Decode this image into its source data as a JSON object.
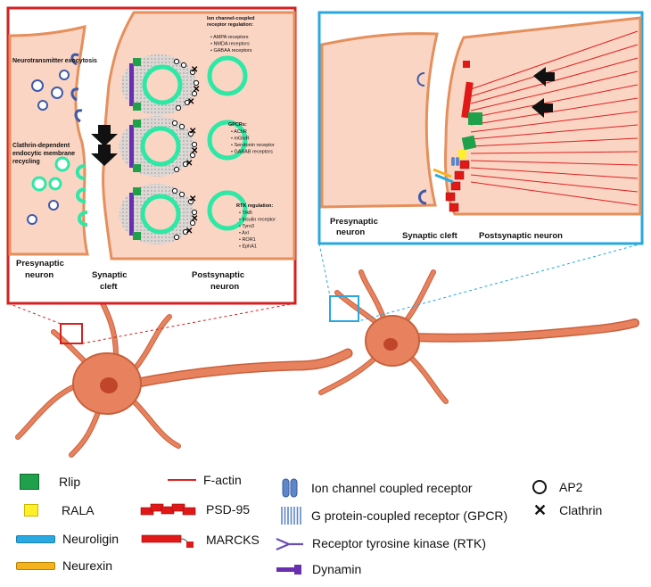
{
  "colors": {
    "neuron": "#e8825e",
    "neuron_stroke": "#c9603c",
    "cytoplasm": "#fbd5c4",
    "membrane": "#e58f5c",
    "left_panel_border": "#d62020",
    "right_panel_border": "#29a8e0",
    "vesicle_green": "#2ee8a5",
    "vesicle_blue": "#3f5aa8",
    "rlip": "#1fa04a",
    "rala": "#ffee2a",
    "neuroligin": "#2aa8e0",
    "neurexin": "#f4b31c",
    "f_actin": "#e02020",
    "psd95": "#e01818",
    "dynamin": "#6a2fb0",
    "gpcr": "#5f86c8",
    "rtk": "#6a4fb0"
  },
  "left_panel": {
    "label_exocytosis": "Neurotransmitter exocytosis",
    "label_endocytic": "Clathrin-dependent endocytic membrane recycling",
    "label_presynaptic": "Presynaptic neuron",
    "label_cleft": "Synaptic cleft",
    "label_postsynaptic": "Postsynaptic neuron",
    "ion_title": "Ion channel-coupled receptor regulation:",
    "ion_items": [
      "AMPA receptors",
      "NMDA receptors",
      "GABA_A receptors"
    ],
    "gpcr_title": "GPCRs:",
    "gpcr_items": [
      "AChR",
      "mGluR",
      "Serotonin receptor",
      "GABA_B receptors"
    ],
    "rtk_title": "RTK regulation:",
    "rtk_items": [
      "TrkB",
      "Insulin receptor",
      "Tyro3",
      "Axl",
      "ROR1",
      "EphA1"
    ]
  },
  "right_panel": {
    "label_presynaptic": "Presynaptic neuron",
    "label_cleft": "Synaptic cleft",
    "label_postsynaptic": "Postsynaptic neuron"
  },
  "legend": {
    "rlip": "Rlip",
    "rala": "RALA",
    "neuroligin": "Neuroligin",
    "neurexin": "Neurexin",
    "f_actin": "F-actin",
    "psd95": "PSD-95",
    "marcks": "MARCKS",
    "ion_channel": "Ion channel coupled receptor",
    "gpcr": "G protein-coupled receptor (GPCR)",
    "rtk": "Receptor tyrosine kinase (RTK)",
    "dynamin": "Dynamin",
    "ap2": "AP2",
    "clathrin": "Clathrin"
  }
}
